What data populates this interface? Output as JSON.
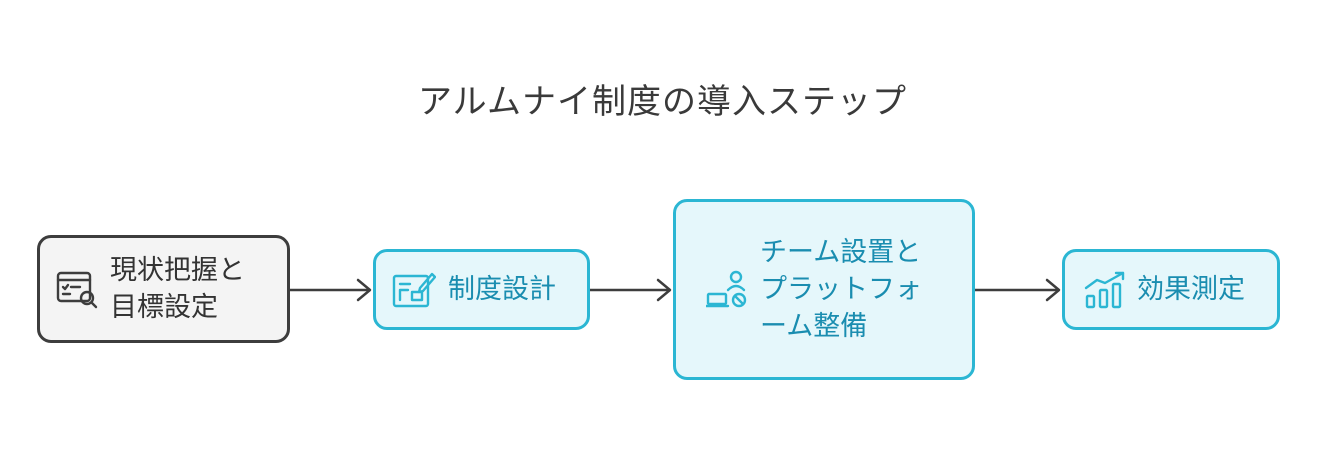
{
  "diagram": {
    "title": "アルムナイ制度の導入ステップ",
    "steps": [
      {
        "lines": [
          "現状把握と",
          "目標設定"
        ],
        "icon": "checklist-search-icon"
      },
      {
        "lines": [
          "制度設計"
        ],
        "icon": "design-blueprint-icon"
      },
      {
        "lines": [
          "チーム設置と",
          "プラットフォ",
          "ーム整備"
        ],
        "icon": "team-platform-icon"
      },
      {
        "lines": [
          "効果測定"
        ],
        "icon": "growth-chart-icon"
      }
    ],
    "arrows": [
      {
        "from": 0,
        "to": 1
      },
      {
        "from": 1,
        "to": 2
      },
      {
        "from": 2,
        "to": 3
      }
    ]
  },
  "colors": {
    "title_text": "#3a3a3a",
    "neutral_border": "#3d3d3d",
    "neutral_fill": "#f4f4f4",
    "accent_border": "#2bb6d3",
    "accent_fill": "#e5f7fb",
    "accent_text": "#1a8db0",
    "arrow": "#3d3d3d"
  }
}
